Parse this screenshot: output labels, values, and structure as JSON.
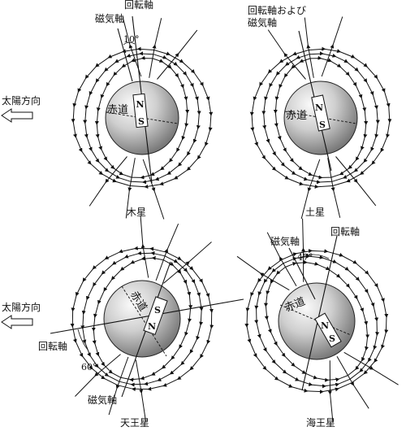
{
  "planets": [
    {
      "name": "木星",
      "rotation_axis_label": "回転軸",
      "magnetic_axis_label": "磁気軸",
      "tilt_angle": "10°",
      "equator_label": "赤道",
      "pole_n": "N",
      "pole_s": "S",
      "sun_direction_label": "太陽方向"
    },
    {
      "name": "土星",
      "axis_label_line1": "回転軸および",
      "axis_label_line2": "磁気軸",
      "equator_label": "赤道",
      "pole_n": "N",
      "pole_s": "S"
    },
    {
      "name": "天王星",
      "rotation_axis_label": "回転軸",
      "magnetic_axis_label": "磁気軸",
      "tilt_angle": "60°",
      "equator_label": "赤道",
      "pole_n": "N",
      "pole_s": "S",
      "sun_direction_label": "太陽方向"
    },
    {
      "name": "海王星",
      "rotation_axis_label": "回転軸",
      "magnetic_axis_label": "磁気軸",
      "tilt_angle": "47°",
      "equator_label": "赤道",
      "pole_n": "N",
      "pole_s": "S"
    }
  ]
}
